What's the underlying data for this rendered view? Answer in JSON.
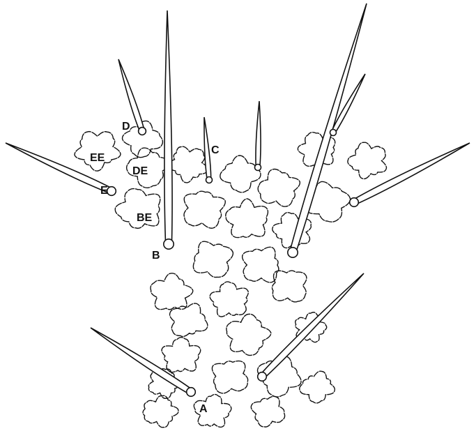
{
  "colors": {
    "ink": "#111111",
    "paper": "#ffffff"
  },
  "labels": {
    "a": "A",
    "b": "B",
    "c": "C",
    "d": "D",
    "e": "E",
    "ee": "EE",
    "de": "DE",
    "be": "BE"
  }
}
